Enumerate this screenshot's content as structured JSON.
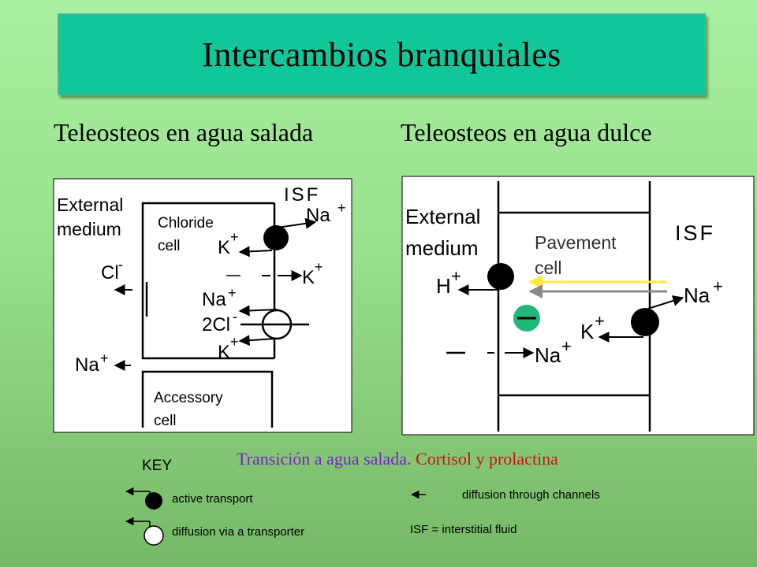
{
  "title": "Intercambios branquiales",
  "subtitles": {
    "left": "Teleosteos en agua salada",
    "right": "Teleosteos en agua dulce"
  },
  "left_diagram": {
    "external_medium_line1": "External",
    "external_medium_line2": "medium",
    "isf": "ISF",
    "chloride_cell_line1": "Chloride",
    "chloride_cell_line2": "cell",
    "accessory_cell_line1": "Accessory",
    "accessory_cell_line2": "cell",
    "na_top": "Na",
    "na_top_sup": "+",
    "k1": "K",
    "k1_sup": "+",
    "k2": "K",
    "k2_sup": "+",
    "cl_out": "Cl",
    "cl_out_sup": "-",
    "na_mid": "Na",
    "na_mid_sup": "+",
    "cl2": "2Cl",
    "cl2_sup": "-",
    "k3": "K",
    "k3_sup": "+",
    "na_bottom": "Na",
    "na_bottom_sup": "+"
  },
  "right_diagram": {
    "external_medium_line1": "External",
    "external_medium_line2": "medium",
    "isf": "ISF",
    "pavement_cell_line1": "Pavement",
    "pavement_cell_line2": "cell",
    "h": "H",
    "h_sup": "+",
    "na_right": "Na",
    "na_right_sup": "+",
    "k": "K",
    "k_sup": "+",
    "na_bottom": "Na",
    "na_bottom_sup": "+"
  },
  "caption": {
    "part_a": "Transición a agua salada.",
    "part_b": "Cortisol y prolactina"
  },
  "key": {
    "heading": "KEY",
    "active_transport": "active transport",
    "diffusion_transporter": "diffusion via a transporter",
    "diffusion_channels": "diffusion through channels",
    "isf_definition": "ISF = interstitial fluid"
  },
  "colors": {
    "title_box": "#11c79a",
    "caption_a": "#7a22c8",
    "caption_b": "#d01010",
    "arrow_yellow": "#ffe83a",
    "arrow_gray": "#8a8a8a"
  }
}
